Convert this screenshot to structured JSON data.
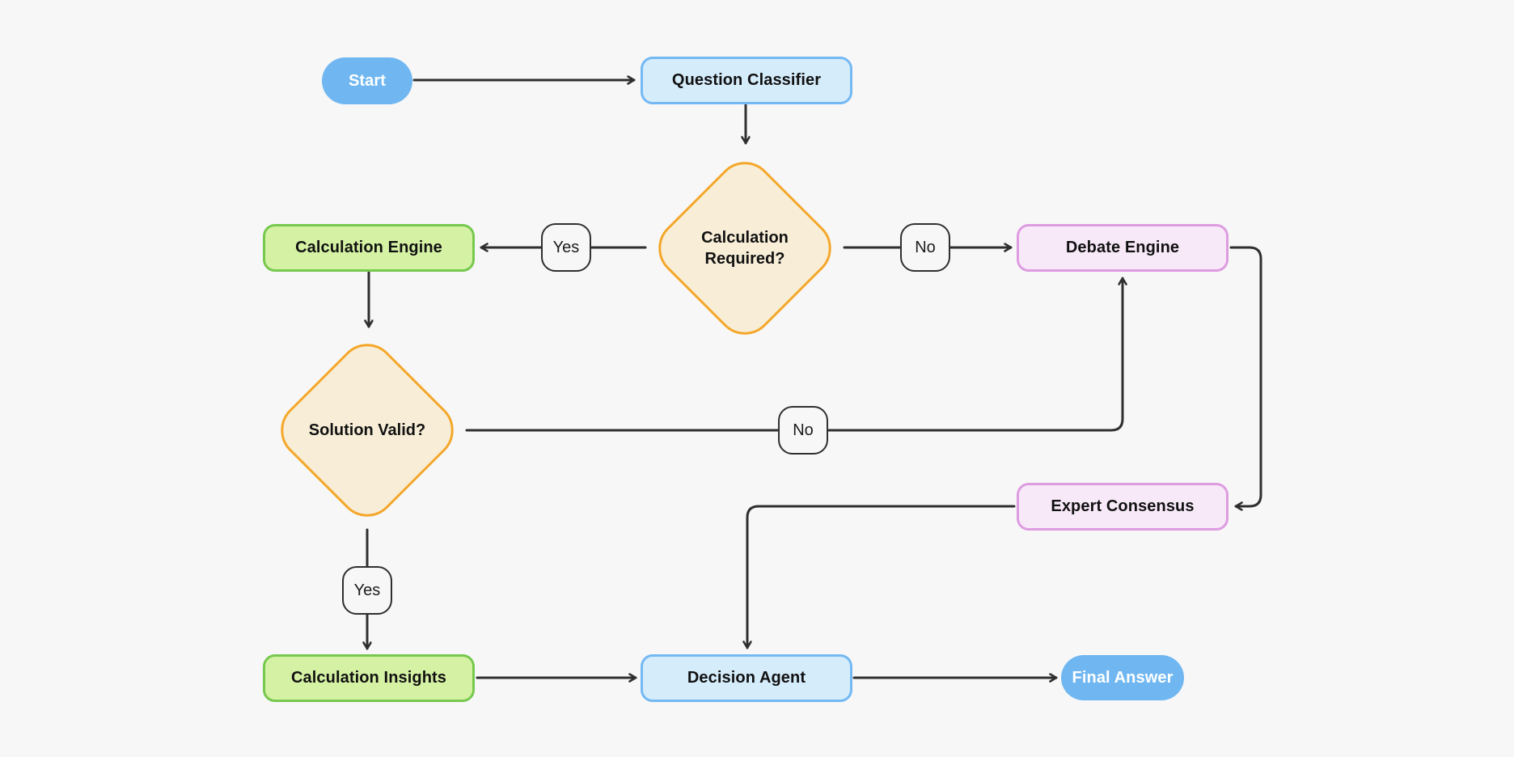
{
  "diagram": {
    "nodes": {
      "start": {
        "label": "Start"
      },
      "question_classifier": {
        "label": "Question Classifier"
      },
      "calculation_required": {
        "label": "Calculation Required?"
      },
      "calculation_engine": {
        "label": "Calculation Engine"
      },
      "debate_engine": {
        "label": "Debate Engine"
      },
      "solution_valid": {
        "label": "Solution Valid?"
      },
      "expert_consensus": {
        "label": "Expert Consensus"
      },
      "calculation_insights": {
        "label": "Calculation Insights"
      },
      "decision_agent": {
        "label": "Decision Agent"
      },
      "final_answer": {
        "label": "Final Answer"
      }
    },
    "edge_labels": {
      "yes_top": "Yes",
      "no_top": "No",
      "no_mid": "No",
      "yes_bottom": "Yes"
    },
    "colors": {
      "background": "#F7F7F8",
      "line": "#2F2F2F",
      "node_text": "#111111",
      "pill_fill": "#70B7F1",
      "pill_text": "#FFFFFF",
      "blue_fill": "#D5ECFB",
      "blue_border": "#74B9F3",
      "green_fill": "#D5F2A4",
      "green_border": "#77C84E",
      "pink_fill": "#F8E9F8",
      "pink_border": "#DE9CE0",
      "diamond_fill": "#F8EED8",
      "diamond_border": "#F4A72A",
      "label_fill": "#F7F7F8",
      "label_border": "#2F2F2F"
    }
  }
}
